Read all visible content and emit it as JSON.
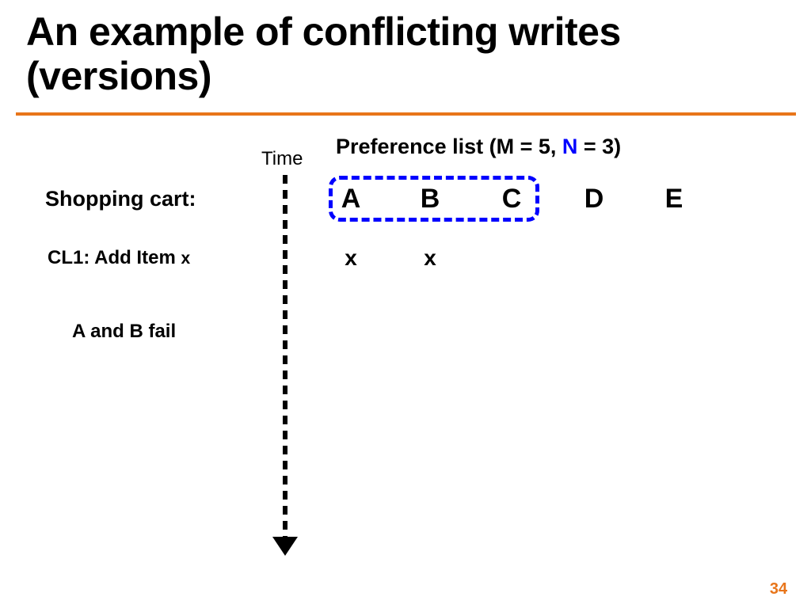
{
  "slide": {
    "title": "An example of conflicting writes (versions)",
    "title_line1": "An example of conflicting writes",
    "title_line2": "(versions)",
    "page_number": "34",
    "accent_color": "#E8751A",
    "highlight_color": "#0000FF"
  },
  "diagram": {
    "preference_header": {
      "prefix": "Preference list (M = 5, ",
      "n_symbol": "N",
      "suffix": " = 3)",
      "full_text": "Preference list (M = 5, N = 3)",
      "m_value": "5",
      "n_value": "3"
    },
    "time_axis": {
      "label": "Time",
      "direction": "downward"
    },
    "rows": [
      {
        "label": "Shopping cart:",
        "name": "shopping-cart-row"
      },
      {
        "label": "CL1: Add Item ",
        "label_suffix": "x",
        "name": "cl1-add-item-row"
      },
      {
        "label": "A and B fail",
        "name": "a-and-b-fail-row"
      }
    ],
    "nodes": [
      {
        "id": "A",
        "label": "A",
        "in_preference_list": true
      },
      {
        "id": "B",
        "label": "B",
        "in_preference_list": true
      },
      {
        "id": "C",
        "label": "C",
        "in_preference_list": true
      },
      {
        "id": "D",
        "label": "D",
        "in_preference_list": false
      },
      {
        "id": "E",
        "label": "E",
        "in_preference_list": false
      }
    ],
    "write_marks": [
      {
        "node": "A",
        "mark": "x"
      },
      {
        "node": "B",
        "mark": "x"
      }
    ]
  }
}
